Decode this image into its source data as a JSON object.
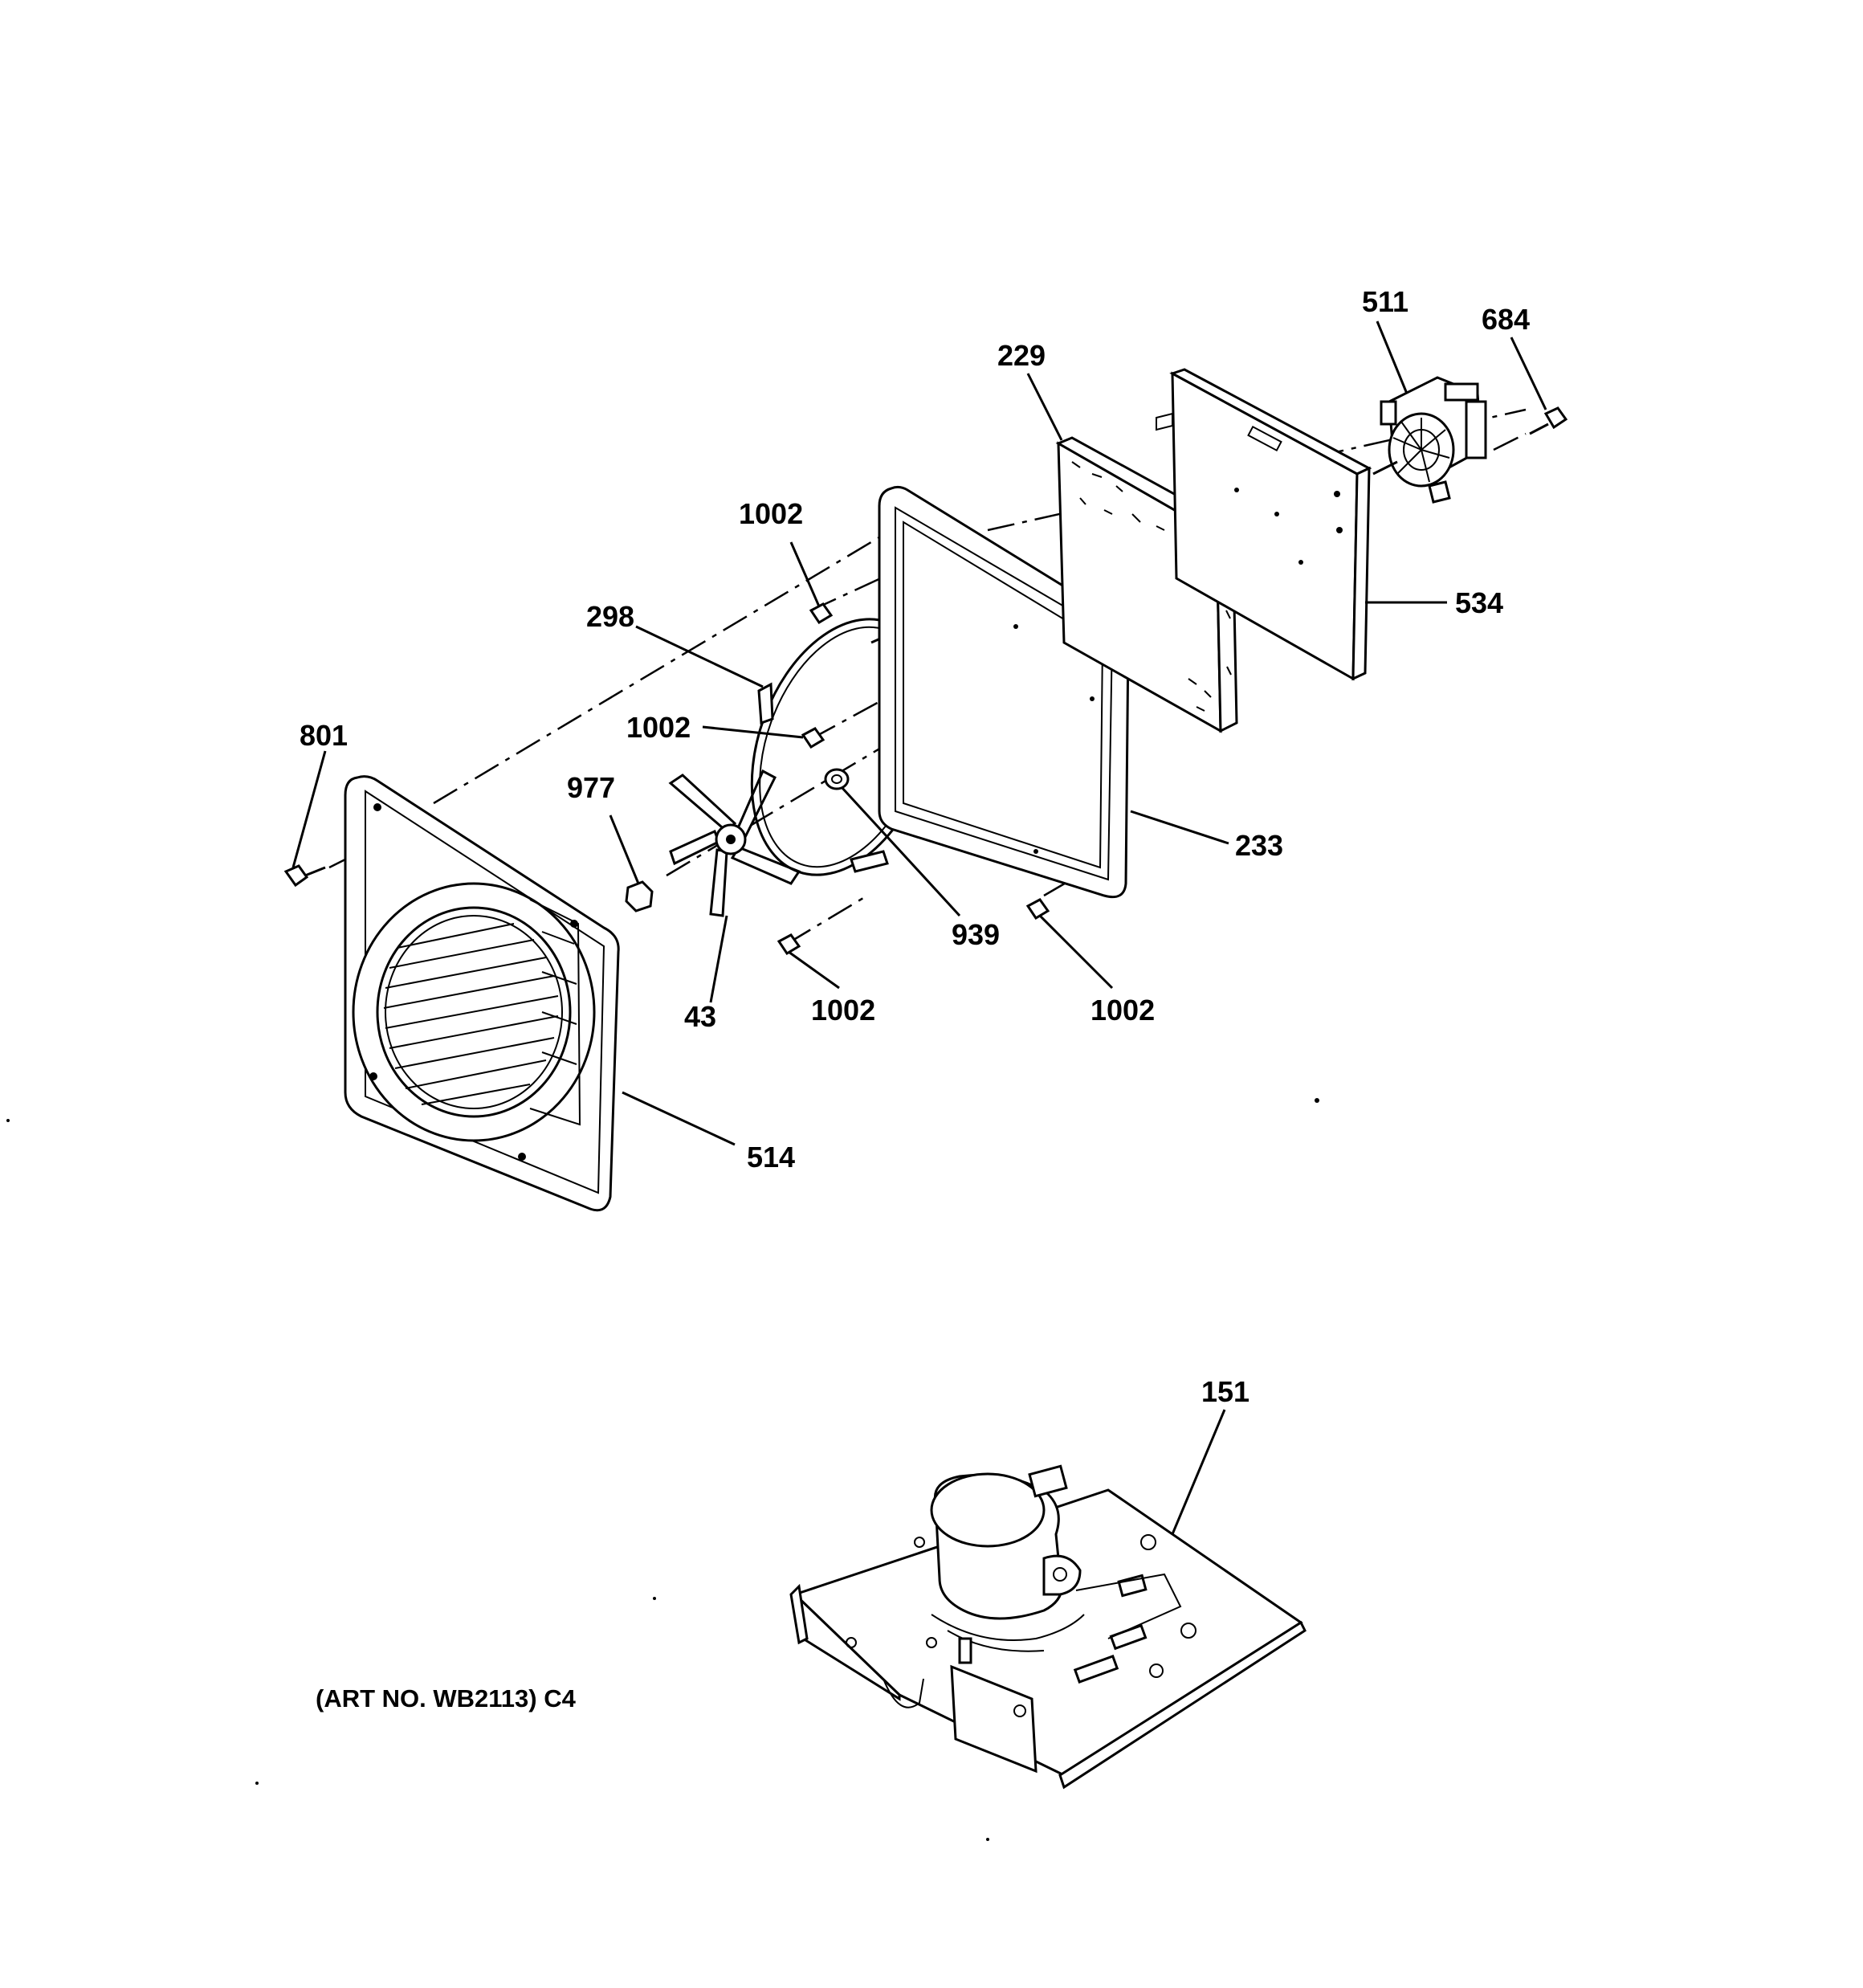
{
  "callouts": {
    "c511": "511",
    "c684": "684",
    "c229": "229",
    "c1002_top": "1002",
    "c534": "534",
    "c298": "298",
    "c1002_mid": "1002",
    "c801": "801",
    "c977": "977",
    "c233": "233",
    "c939": "939",
    "c43": "43",
    "c1002_bl": "1002",
    "c1002_br": "1002",
    "c514": "514",
    "c151": "151"
  },
  "art_number": "(ART NO. WB2113) C4"
}
